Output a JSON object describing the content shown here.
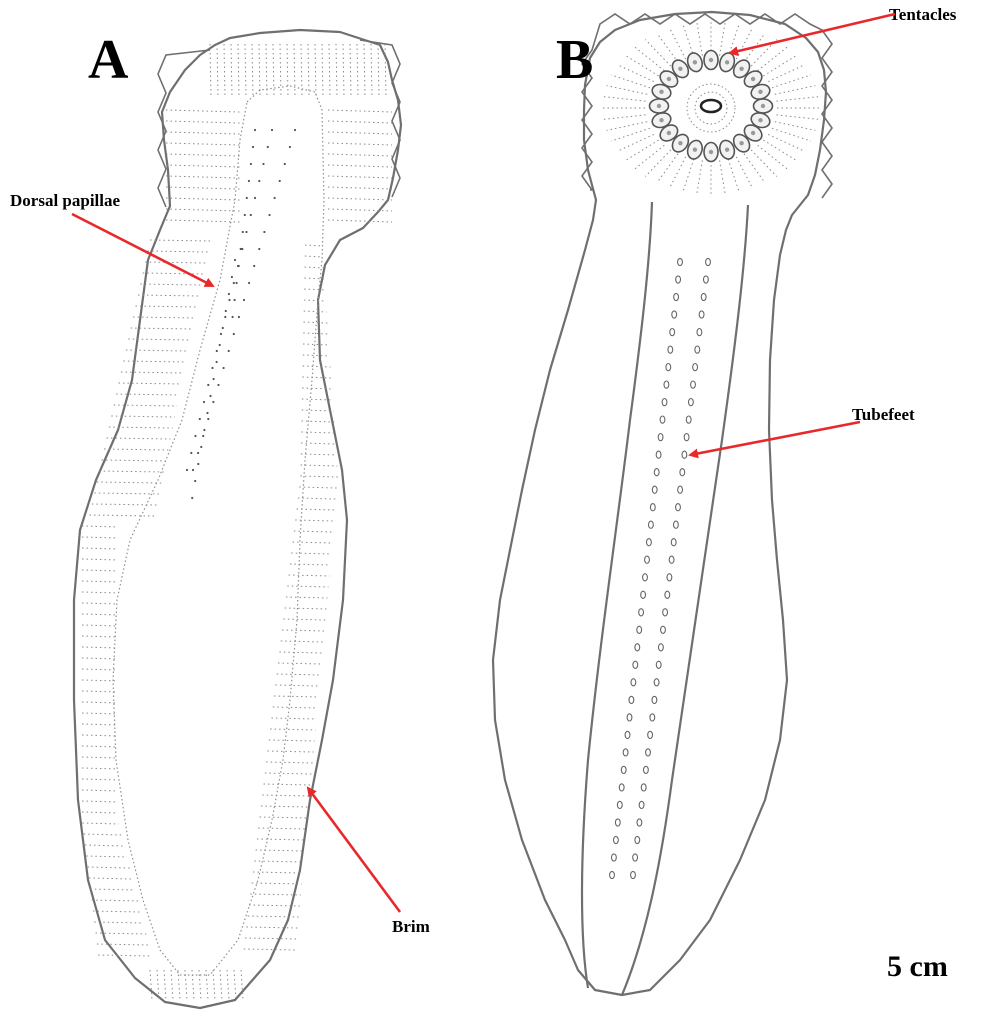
{
  "figure": {
    "panel_a_label": "A",
    "panel_b_label": "B",
    "labels": {
      "dorsal_papillae": "Dorsal papillae",
      "brim": "Brim",
      "tentacles": "Tentacles",
      "tubefeet": "Tubefeet"
    },
    "scale_bar_label": "5 cm",
    "colors": {
      "arrow": "#e8282b",
      "outline": "#6f6f6f",
      "text": "#000000",
      "background": "#ffffff"
    }
  }
}
